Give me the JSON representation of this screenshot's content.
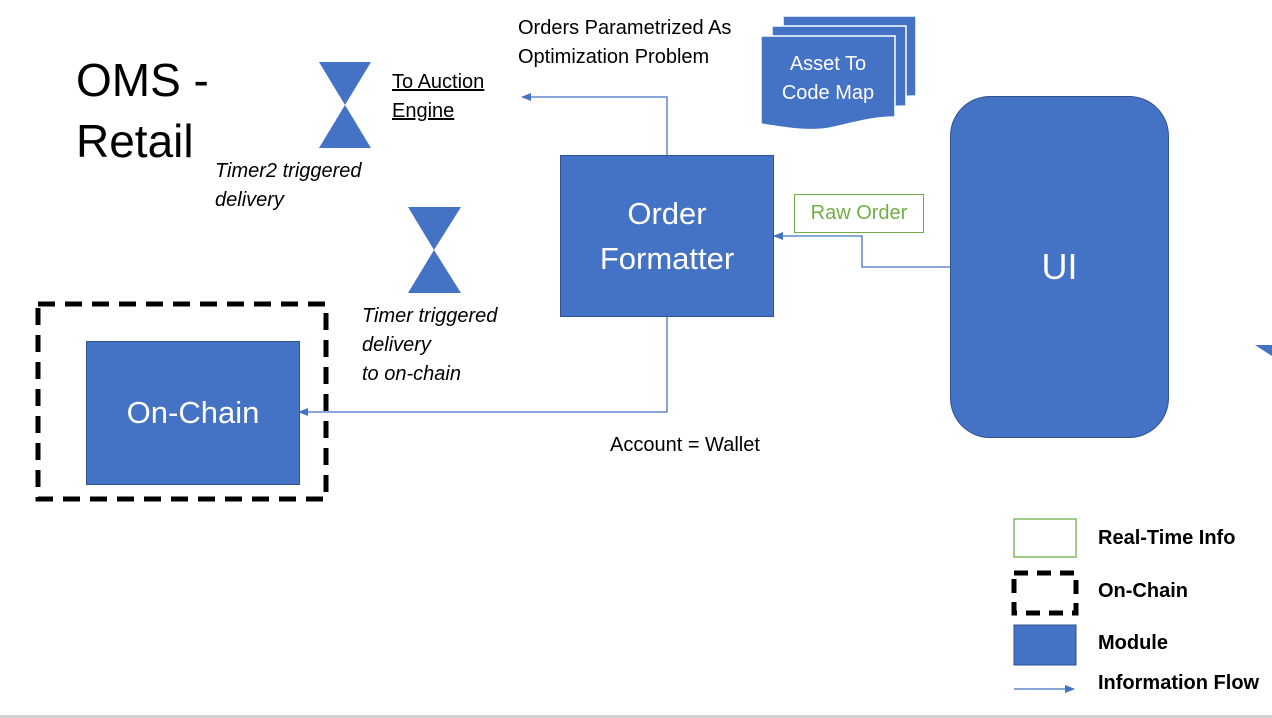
{
  "title": {
    "line1": "OMS -",
    "line2": "Retail"
  },
  "modules": {
    "order_formatter": {
      "line1": "Order",
      "line2": "Formatter"
    },
    "ui": "UI",
    "on_chain": "On-Chain"
  },
  "document": {
    "line1": "Asset To",
    "line2": "Code Map"
  },
  "labels": {
    "optimization_line1": "Orders Parametrized As",
    "optimization_line2": "Optimization Problem",
    "to_auction_line1": "To Auction",
    "to_auction_line2": "Engine",
    "timer2_line1": "Timer2 triggered",
    "timer2_line2": "delivery",
    "timer_line1": "Timer triggered",
    "timer_line2": "delivery",
    "timer_line3": "to on-chain",
    "raw_order": "Raw Order",
    "account_wallet": "Account = Wallet"
  },
  "legend": {
    "real_time": "Real-Time Info",
    "on_chain": "On-Chain",
    "module": "Module",
    "info_flow": "Information Flow"
  },
  "colors": {
    "module_fill": "#4472c4",
    "arrow": "#4472c4",
    "real_time_border": "#70ad47",
    "real_time_text": "#70ad47",
    "on_chain_border": "#000000"
  }
}
